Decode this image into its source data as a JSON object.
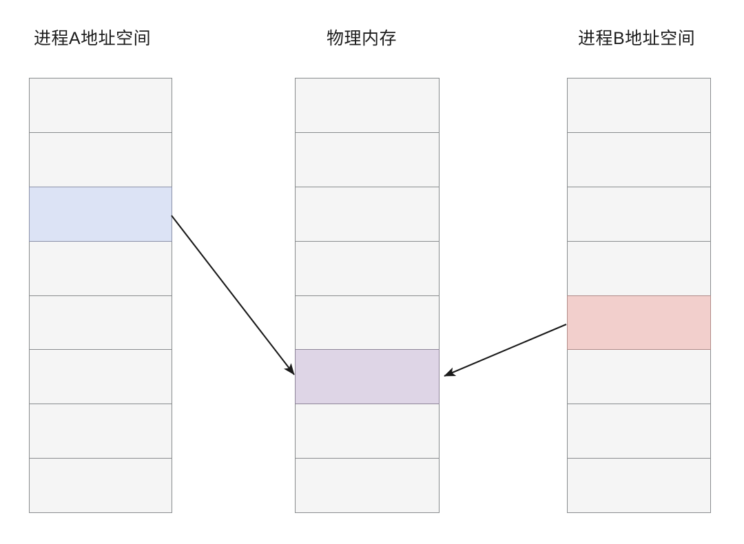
{
  "diagram": {
    "title_process_a": "进程A地址空间",
    "title_physical_memory": "物理内存",
    "title_process_b": "进程B地址空间",
    "background_color": "#ffffff",
    "cell_fill_color": "#f5f5f5",
    "cell_border_color": "#888b8d",
    "arrow_color": "#1a1a1a"
  },
  "columns": {
    "process_a": {
      "label": "进程A地址空间",
      "row_count": 8,
      "highlighted_row_index": 2,
      "highlight_color": "#dce3f5",
      "rows": [
        {
          "label": ""
        },
        {
          "label": ""
        },
        {
          "label": ""
        },
        {
          "label": ""
        },
        {
          "label": ""
        },
        {
          "label": ""
        },
        {
          "label": ""
        },
        {
          "label": ""
        }
      ]
    },
    "physical_memory": {
      "label": "物理内存",
      "row_count": 8,
      "highlighted_row_index": 5,
      "highlight_color": "#ded5e6",
      "rows": [
        {
          "label": ""
        },
        {
          "label": ""
        },
        {
          "label": ""
        },
        {
          "label": ""
        },
        {
          "label": ""
        },
        {
          "label": ""
        },
        {
          "label": ""
        },
        {
          "label": ""
        }
      ]
    },
    "process_b": {
      "label": "进程B地址空间",
      "row_count": 8,
      "highlighted_row_index": 4,
      "highlight_color": "#f2cfcc",
      "rows": [
        {
          "label": ""
        },
        {
          "label": ""
        },
        {
          "label": ""
        },
        {
          "label": ""
        },
        {
          "label": ""
        },
        {
          "label": ""
        },
        {
          "label": ""
        },
        {
          "label": ""
        }
      ]
    }
  },
  "arrows": [
    {
      "name": "arrow-a-to-memory",
      "from": "process_a.row3",
      "to": "physical_memory.row6",
      "label": "",
      "color": "#1a1a1a"
    },
    {
      "name": "arrow-b-to-memory",
      "from": "process_b.row5",
      "to": "physical_memory.row6",
      "label": "",
      "color": "#1a1a1a"
    }
  ]
}
